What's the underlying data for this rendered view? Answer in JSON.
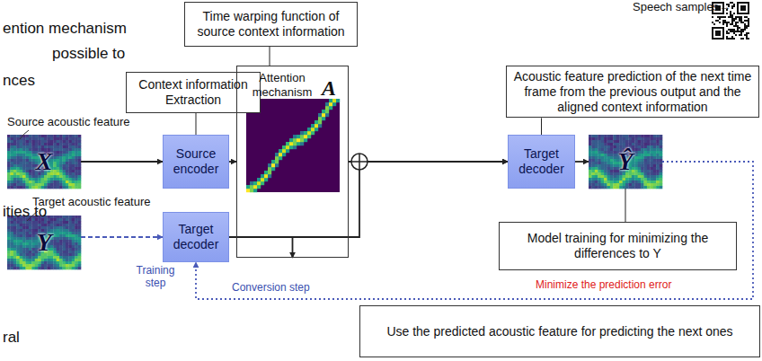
{
  "diagram": {
    "nodes": [
      {
        "text": [
          "Time warping function of source context information"
        ]
      },
      {
        "text": [
          "Acoustic feature prediction of the next time frame from the previous output and the aligned context information"
        ]
      },
      {
        "text": [
          "Context information Extraction"
        ]
      },
      {
        "text": [
          "Attention mechanism",
          "A"
        ]
      },
      {
        "text": [
          "X"
        ]
      },
      {
        "text": [
          "Source encoder"
        ]
      },
      {
        "text": [
          "Ŷ"
        ]
      },
      {
        "text": [
          "Target decoder"
        ]
      },
      {
        "text": [
          "Y"
        ]
      },
      {
        "text": [
          "Target decoder"
        ]
      },
      {
        "text": [
          "Model training for minimizing the differences to Y"
        ]
      },
      {
        "text": [
          "Use the predicted acoustic feature for predicting the next ones"
        ]
      }
    ],
    "edges": [
      {
        "from": 0,
        "to": 3,
        "arrow": "none"
      },
      {
        "from": 1,
        "to": 7,
        "arrow": "none"
      },
      {
        "from": 2,
        "to": 5,
        "arrow": "none"
      },
      {
        "from": 4,
        "to": 5,
        "arrow": "to"
      },
      {
        "from": 5,
        "to": 3,
        "arrow": "to"
      },
      {
        "from": 3,
        "to": 7,
        "arrow": "to"
      },
      {
        "from": 9,
        "to": 3,
        "arrow": "to"
      },
      {
        "from": 9,
        "to": 7,
        "arrow": "to"
      },
      {
        "from": 7,
        "to": 6,
        "arrow": "to"
      },
      {
        "from": 8,
        "to": 9,
        "arrow": "to"
      },
      {
        "from": 6,
        "to": 9,
        "arrow": "to"
      },
      {
        "from": 10,
        "to": 6,
        "arrow": "none"
      }
    ],
    "labels": [
      "Speech samples→",
      "ention mechanism",
      "possible to",
      "nces",
      "Source acoustic feature",
      "ities to",
      "Target acoustic feature",
      "Training step",
      "Conversion step",
      "Minimize the prediction error",
      "ral"
    ]
  }
}
